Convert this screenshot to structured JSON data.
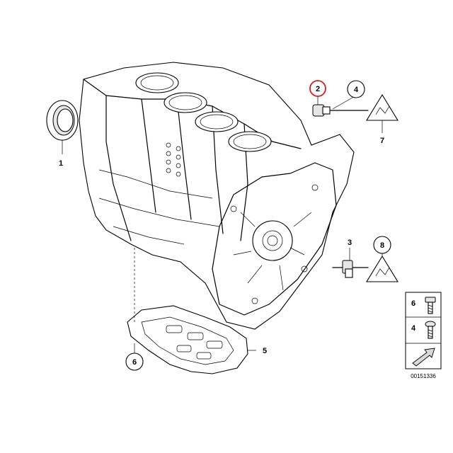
{
  "callouts": [
    {
      "id": "1",
      "label": "1",
      "style": "plain"
    },
    {
      "id": "2",
      "label": "2",
      "style": "circle-red"
    },
    {
      "id": "3",
      "label": "3",
      "style": "plain"
    },
    {
      "id": "4",
      "label": "4",
      "style": "circle"
    },
    {
      "id": "5",
      "label": "5",
      "style": "plain"
    },
    {
      "id": "6",
      "label": "6",
      "style": "circle"
    },
    {
      "id": "7",
      "label": "7",
      "style": "plain"
    },
    {
      "id": "8",
      "label": "8",
      "style": "circle"
    }
  ],
  "legend": {
    "items": [
      {
        "label": "6",
        "icon": "bolt-icon"
      },
      {
        "label": "4",
        "icon": "bolt-icon"
      }
    ],
    "arrow": "arrow-icon"
  },
  "diagram_number": "00151336",
  "colors": {
    "highlight_circle": "#d21e1e",
    "line": "#000000",
    "part_fill": "#e6e6e6"
  }
}
